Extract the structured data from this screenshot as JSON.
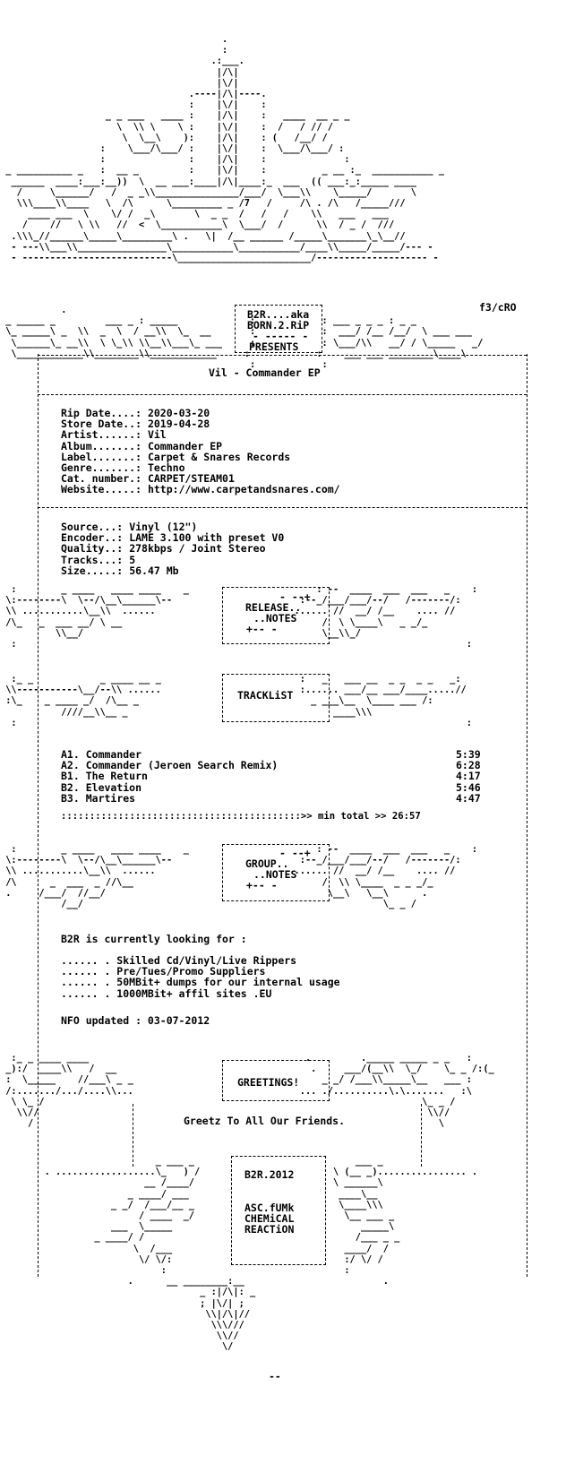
{
  "header": {
    "credit": "f3/cRO",
    "crew_line1": "B2R....aka",
    "crew_line2": "BORN.2.RiP",
    "crew_dash": "- ----- -",
    "presents": "PRESENTS"
  },
  "release_title": "Vil - Commander EP",
  "info": [
    {
      "key": "Rip Date....:",
      "value": "2020-03-20"
    },
    {
      "key": "Store Date..:",
      "value": "2019-04-28"
    },
    {
      "key": "Artist......:",
      "value": "Vil"
    },
    {
      "key": "Album.......:",
      "value": "Commander EP"
    },
    {
      "key": "Label.......:",
      "value": "Carpet & Snares Records"
    },
    {
      "key": "Genre.......:",
      "value": "Techno"
    },
    {
      "key": "Cat. number.:",
      "value": "CARPET/STEAM01"
    },
    {
      "key": "Website.....:",
      "value": "http://www.carpetandsnares.com/"
    }
  ],
  "source": [
    {
      "key": "Source...:",
      "value": "Vinyl (12\")"
    },
    {
      "key": "Encoder..:",
      "value": "LAME 3.100 with preset V0"
    },
    {
      "key": "Quality..:",
      "value": "278kbps / Joint Stereo"
    },
    {
      "key": "Tracks...:",
      "value": "5"
    },
    {
      "key": "Size.....:",
      "value": "56.47 Mb"
    }
  ],
  "sections": {
    "release_notes_1": "RELEASE..",
    "release_notes_2": "..NOTES",
    "release_notes_plus": "- --+",
    "release_notes_plus2": "+-- -",
    "tracklist": "TRACKLiST",
    "group_notes_1": "GROUP..",
    "group_notes_2": "..NOTES",
    "group_notes_plus": "- --+",
    "group_notes_plus2": "+-- -",
    "greetings": "GREETINGS!"
  },
  "tracks": [
    {
      "num": "A1.",
      "title": "Commander",
      "time": "5:39"
    },
    {
      "num": "A2.",
      "title": "Commander (Jeroen Search Remix)",
      "time": "6:28"
    },
    {
      "num": "B1.",
      "title": "The Return",
      "time": "4:17"
    },
    {
      "num": "B2.",
      "title": "Elevation",
      "time": "5:46"
    },
    {
      "num": "B3.",
      "title": "Martires",
      "time": "4:47"
    }
  ],
  "total_line": "::::::::::::::::::::::::::::::::::::::::::>> min total >> 26:57",
  "group_notes": {
    "looking": "B2R is currently looking for :",
    "items": [
      "...... . Skilled Cd/Vinyl/Live Rippers",
      "...... . Pre/Tues/Promo Suppliers",
      "...... . 50MBit+ dumps for our internal usage",
      "...... . 1000MBit+ affil sites .EU"
    ],
    "updated": "NFO updated : 03-07-2012"
  },
  "greetz": "Greetz To All Our Friends.",
  "footer": {
    "year": "B2R.2012",
    "line1": "ASC.fUMk",
    "line2": "CHEMiCAL",
    "line3": "REACTiON",
    "end": "--"
  }
}
